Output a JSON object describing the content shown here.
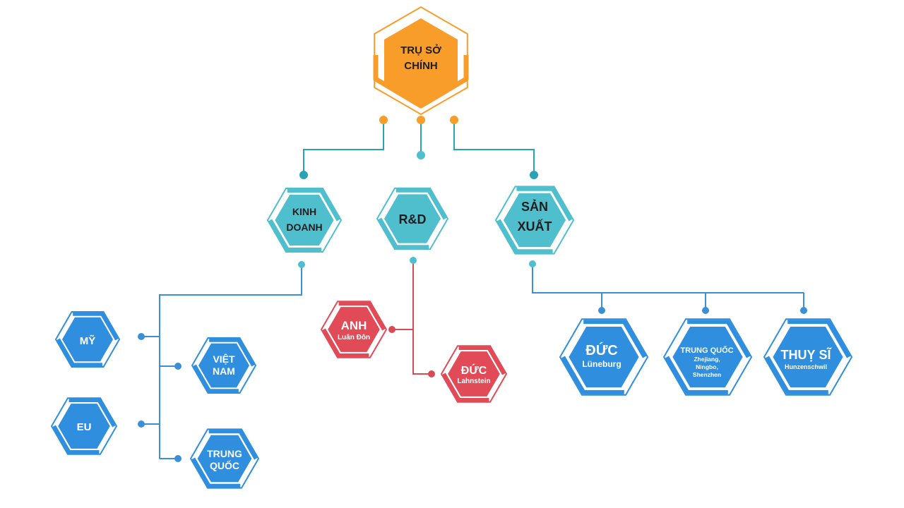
{
  "colors": {
    "orange": "#f99d2a",
    "teal": "#4fbfcd",
    "blue": "#2f8fde",
    "red": "#e14a57",
    "line_teal": "#2aa2b6",
    "line_blue": "#3a8fd6",
    "line_red": "#d84a55"
  },
  "root": {
    "line1": "TRỤ SỞ",
    "line2": "CHÍNH"
  },
  "departments": {
    "sales": {
      "line1": "KINH",
      "line2": "DOANH"
    },
    "rnd": {
      "line1": "R&D"
    },
    "production": {
      "line1": "SẢN",
      "line2": "XUẤT"
    }
  },
  "sales_regions": {
    "usa": {
      "label": "MỸ"
    },
    "vietnam": {
      "line1": "VIỆT",
      "line2": "NAM"
    },
    "eu": {
      "label": "EU"
    },
    "china": {
      "line1": "TRUNG",
      "line2": "QUỐC"
    }
  },
  "rnd_sites": {
    "uk": {
      "label": "ANH",
      "sub": "Luân Đôn"
    },
    "germany": {
      "label": "ĐỨC",
      "sub": "Lahnstein"
    }
  },
  "production_sites": {
    "germany": {
      "label": "ĐỨC",
      "sub": "Lüneburg"
    },
    "china": {
      "label": "TRUNG QUỐC",
      "sub1": "Zhejiang,",
      "sub2": "Ningbo,",
      "sub3": "Shenzhen"
    },
    "switzerland": {
      "label": "THUỴ SĨ",
      "sub": "Hunzenschwil"
    }
  }
}
